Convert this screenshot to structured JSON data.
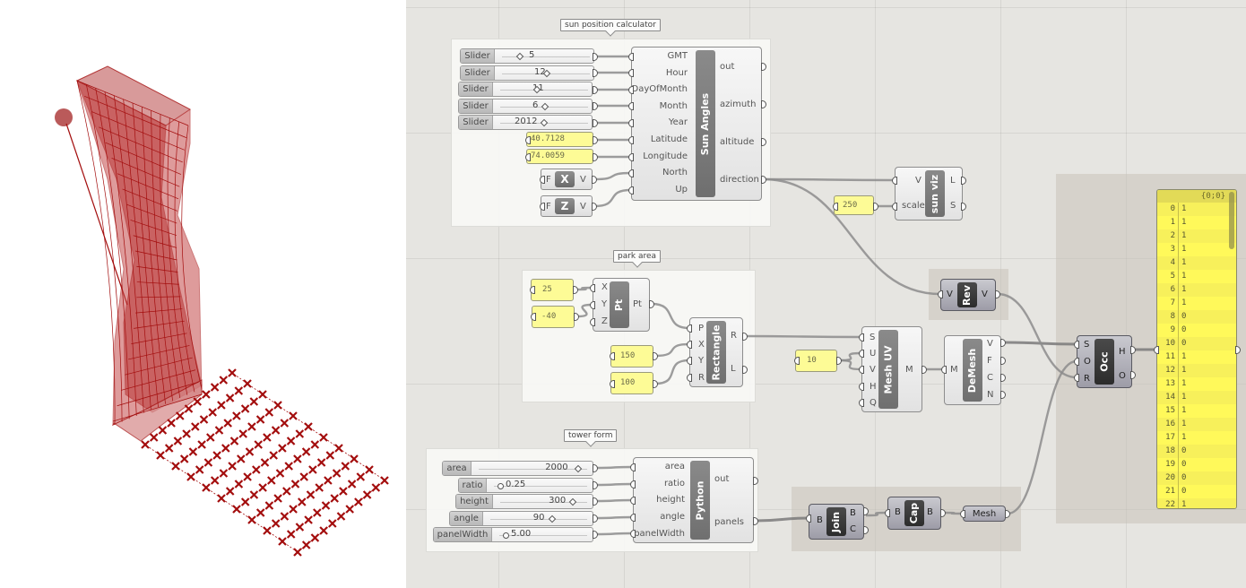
{
  "viewport": {
    "geometry_color": "#a30d0d",
    "objects": [
      "sun-sphere",
      "sun-ray",
      "twisted-tower-mesh",
      "park-area-grid-points"
    ]
  },
  "groups": {
    "sun": "sun position calculator",
    "park": "park area",
    "tower": "tower form"
  },
  "sun_calc": {
    "sliders": [
      {
        "label": "Slider",
        "value": "5"
      },
      {
        "label": "Slider",
        "value": "12"
      },
      {
        "label": "Slider",
        "value": "11"
      },
      {
        "label": "Slider",
        "value": "6"
      },
      {
        "label": "Slider",
        "value": "2012"
      }
    ],
    "latitude": "40.7128",
    "longitude": "74.0059",
    "north_vec": {
      "in": "F",
      "name": "X",
      "out": "V"
    },
    "up_vec": {
      "in": "F",
      "name": "Z",
      "out": "V"
    },
    "component": {
      "name": "Sun Angles",
      "inputs": [
        "GMT",
        "Hour",
        "DayOfMonth",
        "Month",
        "Year",
        "Latitude",
        "Longitude",
        "North",
        "Up"
      ],
      "outputs": [
        "out",
        "azimuth",
        "altitude",
        "direction"
      ]
    }
  },
  "sun_viz": {
    "scale_value": "250",
    "component": {
      "name": "sun viz",
      "inputs": [
        "V",
        "scale"
      ],
      "outputs": [
        "L",
        "S"
      ]
    }
  },
  "reverse": {
    "name": "Rev",
    "input": "V",
    "output": "V"
  },
  "park": {
    "x": "25",
    "y": "-40",
    "rect_x": "150",
    "rect_y": "100",
    "pt": {
      "name": "Pt",
      "inputs": [
        "X",
        "Y",
        "Z"
      ],
      "output": "Pt"
    },
    "rectangle": {
      "name": "Rectangle",
      "inputs": [
        "P",
        "X",
        "Y",
        "R"
      ],
      "outputs": [
        "R",
        "L"
      ]
    }
  },
  "mesh_uv": {
    "count": "10",
    "component": {
      "name": "Mesh UV",
      "inputs": [
        "S",
        "U",
        "V",
        "H",
        "Q"
      ],
      "output": "M"
    }
  },
  "demesh": {
    "name": "DeMesh",
    "input": "M",
    "outputs": [
      "V",
      "F",
      "C",
      "N"
    ]
  },
  "occ": {
    "name": "Occ",
    "inputs": [
      "S",
      "O",
      "R"
    ],
    "outputs": [
      "H",
      "O"
    ]
  },
  "tower": {
    "sliders": [
      {
        "label": "area",
        "value": "2000"
      },
      {
        "label": "ratio",
        "value": "0.25"
      },
      {
        "label": "height",
        "value": "300"
      },
      {
        "label": "angle",
        "value": "90"
      },
      {
        "label": "panelWidth",
        "value": "5.00"
      }
    ],
    "python": {
      "name": "Python",
      "inputs": [
        "area",
        "ratio",
        "height",
        "angle",
        "panelWidth"
      ],
      "outputs": [
        "out",
        "panels"
      ]
    }
  },
  "join": {
    "name": "Join",
    "input": "B",
    "outputs": [
      "B",
      "C"
    ]
  },
  "cap": {
    "name": "Cap",
    "input": "B",
    "output": "B"
  },
  "mesh_param": {
    "label": "Mesh"
  },
  "data_panel": {
    "path": "{0;0}",
    "rows": [
      {
        "i": "0",
        "v": "1"
      },
      {
        "i": "1",
        "v": "1"
      },
      {
        "i": "2",
        "v": "1"
      },
      {
        "i": "3",
        "v": "1"
      },
      {
        "i": "4",
        "v": "1"
      },
      {
        "i": "5",
        "v": "1"
      },
      {
        "i": "6",
        "v": "1"
      },
      {
        "i": "7",
        "v": "1"
      },
      {
        "i": "8",
        "v": "0"
      },
      {
        "i": "9",
        "v": "0"
      },
      {
        "i": "10",
        "v": "0"
      },
      {
        "i": "11",
        "v": "1"
      },
      {
        "i": "12",
        "v": "1"
      },
      {
        "i": "13",
        "v": "1"
      },
      {
        "i": "14",
        "v": "1"
      },
      {
        "i": "15",
        "v": "1"
      },
      {
        "i": "16",
        "v": "1"
      },
      {
        "i": "17",
        "v": "1"
      },
      {
        "i": "18",
        "v": "0"
      },
      {
        "i": "19",
        "v": "0"
      },
      {
        "i": "20",
        "v": "0"
      },
      {
        "i": "21",
        "v": "0"
      },
      {
        "i": "22",
        "v": "1"
      }
    ]
  }
}
